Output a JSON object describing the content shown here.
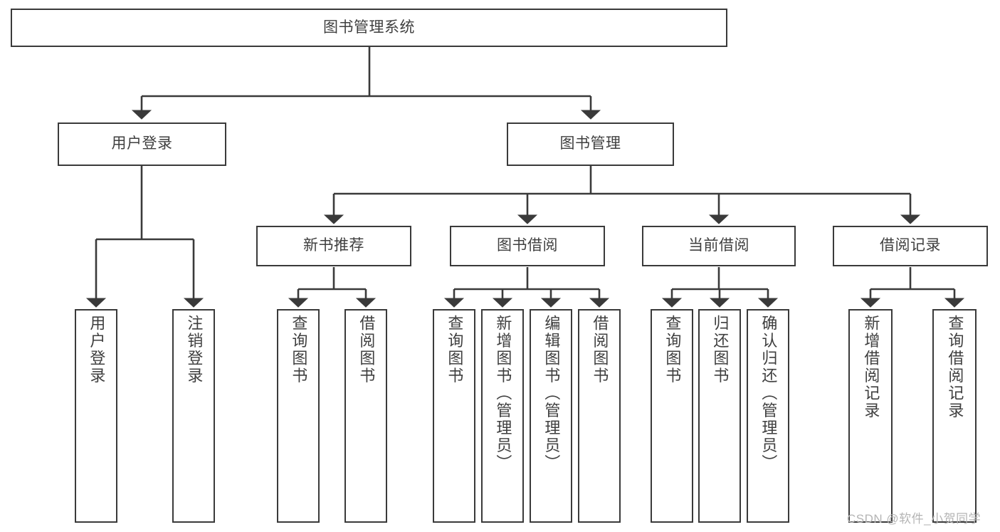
{
  "diagram": {
    "title": "图书管理系统",
    "type": "tree-hierarchy",
    "watermark": "CSDN @软件_小贺同学",
    "colors": {
      "stroke": "#3a3a3a",
      "text": "#3f3f3f",
      "background": "#ffffff",
      "watermark": "#b4b4b4"
    },
    "nodes": {
      "root": {
        "label": "图书管理系统"
      },
      "level1": [
        {
          "id": "user-login",
          "label": "用户登录"
        },
        {
          "id": "book-manage",
          "label": "图书管理"
        }
      ],
      "level2": [
        {
          "id": "new-book-rec",
          "label": "新书推荐"
        },
        {
          "id": "book-borrow",
          "label": "图书借阅"
        },
        {
          "id": "current-borrow",
          "label": "当前借阅"
        },
        {
          "id": "borrow-record",
          "label": "借阅记录"
        }
      ],
      "leaves": {
        "user-login": [
          {
            "id": "leaf-user-login",
            "label": "用户登录"
          },
          {
            "id": "leaf-logout",
            "label": "注销登录"
          }
        ],
        "new-book-rec": [
          {
            "id": "leaf-query-book-1",
            "label": "查询图书"
          },
          {
            "id": "leaf-borrow-book-1",
            "label": "借阅图书"
          }
        ],
        "book-borrow": [
          {
            "id": "leaf-query-book-2",
            "label": "查询图书"
          },
          {
            "id": "leaf-add-book",
            "label": "新增图书（管理员）"
          },
          {
            "id": "leaf-edit-book",
            "label": "编辑图书（管理员）"
          },
          {
            "id": "leaf-borrow-book-2",
            "label": "借阅图书"
          }
        ],
        "current-borrow": [
          {
            "id": "leaf-query-book-3",
            "label": "查询图书"
          },
          {
            "id": "leaf-return-book",
            "label": "归还图书"
          },
          {
            "id": "leaf-confirm-return",
            "label": "确认归还（管理员）"
          }
        ],
        "borrow-record": [
          {
            "id": "leaf-add-record",
            "label": "新增借阅记录"
          },
          {
            "id": "leaf-query-record",
            "label": "查询借阅记录"
          }
        ]
      }
    }
  }
}
